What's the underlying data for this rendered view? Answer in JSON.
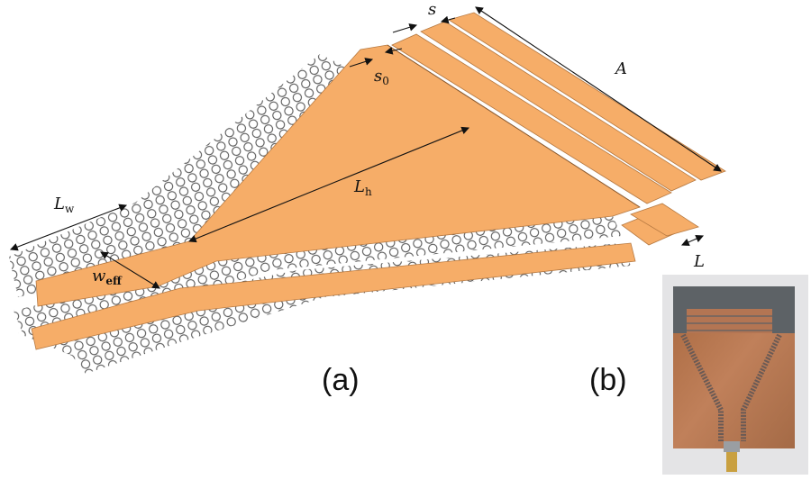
{
  "labels": {
    "s": "s",
    "A": "A",
    "s0_main": "s",
    "s0_sub": "0",
    "Lh_main": "L",
    "Lh_sub": "h",
    "Lw_main": "L",
    "Lw_sub": "w",
    "weff_main": "w",
    "weff_sub": "eff",
    "L": "L"
  },
  "captions": {
    "a": "(a)",
    "b": "(b)"
  },
  "colors": {
    "copper_model": "#f6ad68",
    "ring": "#555555",
    "photo_copper": "#b8754a",
    "photo_mask": "#5d6266"
  }
}
